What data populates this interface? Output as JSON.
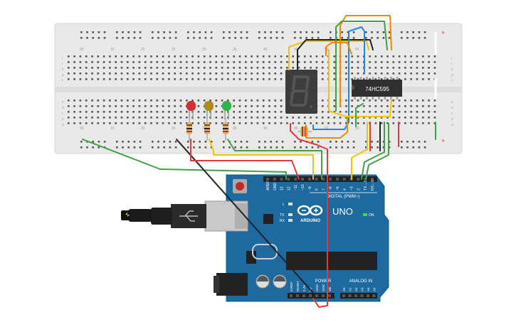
{
  "breadboard": {
    "column_labels_top": [
      "05",
      "15",
      "20",
      "25",
      "30",
      "35",
      "40",
      "45",
      "50",
      "55"
    ],
    "column_labels_bottom": [
      "05",
      "15",
      "20",
      "25",
      "30",
      "35",
      "40",
      "45",
      "50",
      "55"
    ],
    "row_labels": [
      "j",
      "i",
      "h",
      "g",
      "f",
      "e",
      "d",
      "c",
      "b",
      "a"
    ],
    "rail_plus": "+",
    "rail_minus": "−"
  },
  "chip": {
    "label": "74HC595"
  },
  "seven_segment": {
    "digit": "8"
  },
  "leds": [
    {
      "name": "red",
      "color": "#d32f2f"
    },
    {
      "name": "yellow",
      "color": "#b08a18"
    },
    {
      "name": "green",
      "color": "#2fb34a"
    }
  ],
  "arduino": {
    "logo_text": "ARDUINO",
    "model": "UNO",
    "digital_label": "DIGITAL (PWM~)",
    "analog_label": "ANALOG IN",
    "power_label": "POWER",
    "on_label": "ON",
    "tx_label": "TX",
    "rx_label": "RX",
    "l_label": "L",
    "digital_pins": [
      "AREF",
      "GND",
      "13",
      "12",
      "~11",
      "~10",
      "~9",
      "8",
      "7",
      "~6",
      "~5",
      "4",
      "~3",
      "2",
      "TX→1",
      "RX←0"
    ],
    "power_pins": [
      "IOREF",
      "RESET",
      "3.3V",
      "5V",
      "GND",
      "GND",
      "Vin"
    ],
    "analog_pins": [
      "A0",
      "A1",
      "A2",
      "A3",
      "A4",
      "A5"
    ],
    "board_color": "#1d6aa0"
  },
  "colors": {
    "breadboard": "#e9e9e9",
    "wire_red": "#e53935",
    "wire_green": "#43a047",
    "wire_yellow": "#f2c500",
    "wire_blue": "#1e88e5",
    "wire_orange": "#f08a00",
    "wire_black": "#222222"
  }
}
